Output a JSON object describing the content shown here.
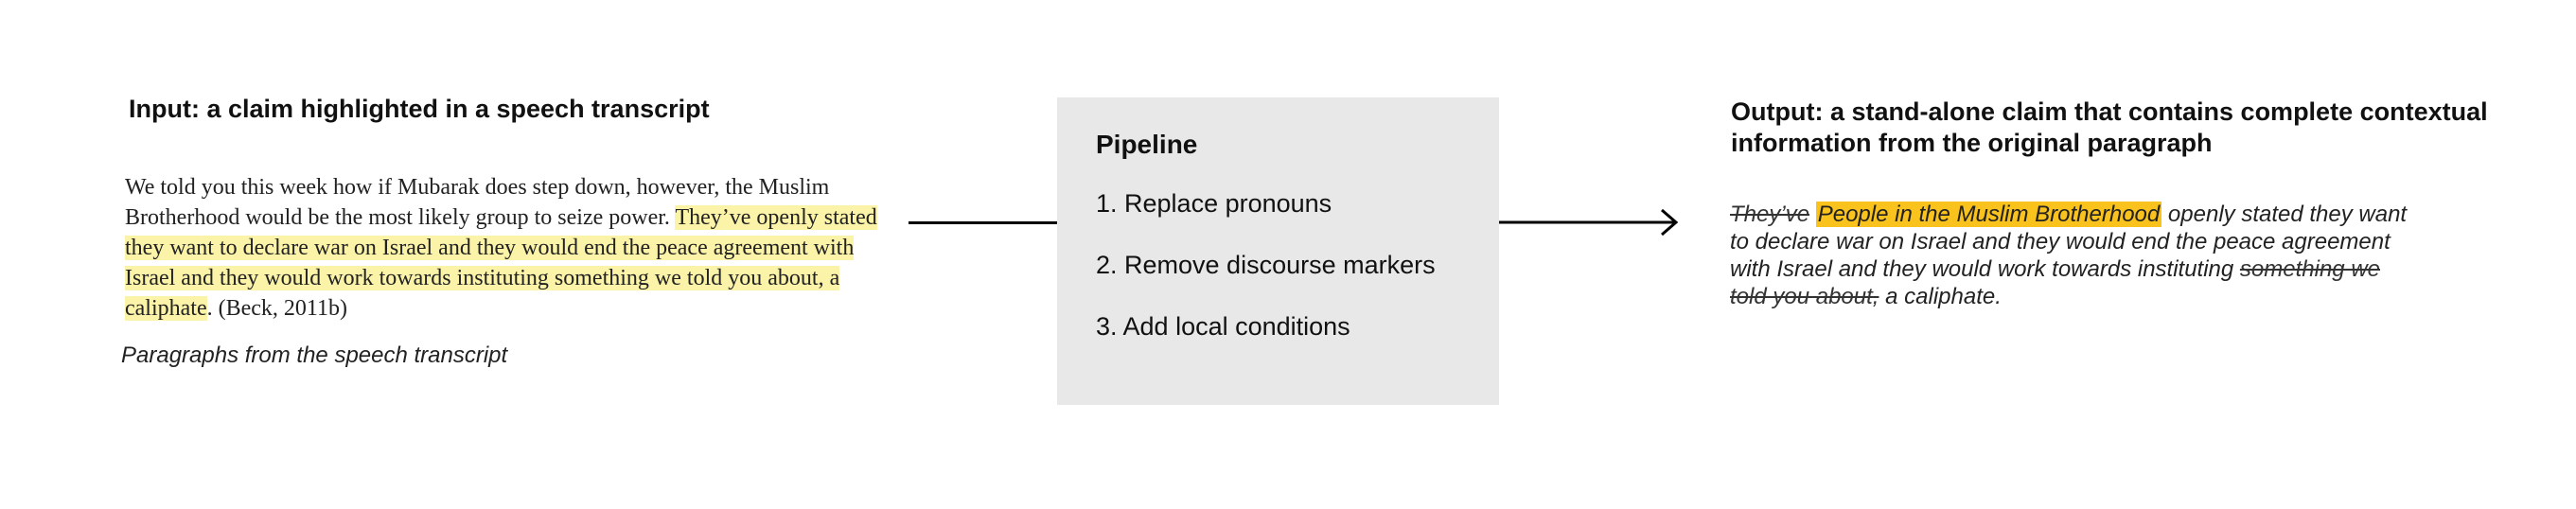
{
  "input_panel": {
    "title": "Input: a claim highlighted in a speech transcript",
    "transcript_plain_1": "We told you this week how if Mubarak does step down, however, the Muslim Brotherhood would be the most likely group to seize power. ",
    "transcript_highlight": "They’ve openly stated they want to declare war on Israel and they would end the peace agreement with Israel and they would work towards instituting something we told you about, a caliphate",
    "transcript_plain_2": ". (Beck, 2011b)",
    "caption": "Paragraphs from the speech transcript",
    "highlight_color": "#fbf3a8"
  },
  "pipeline": {
    "title": "Pipeline",
    "steps": [
      "1. Replace pronouns",
      "2. Remove discourse markers",
      "3. Add local conditions"
    ],
    "box_color": "#e8e8e8"
  },
  "output_panel": {
    "title": "Output: a stand-alone claim that contains complete contextual information from the original paragraph",
    "struck_pronoun": "They’ve",
    "replacement": "People in the Muslim Brotherhood",
    "text_middle": " openly stated they want to declare war on Israel and they would end the peace agreement with Israel and they would work towards instituting ",
    "struck_marker": "something we told you about,",
    "text_end": " a caliphate.",
    "replacement_color": "#f9c21c"
  }
}
